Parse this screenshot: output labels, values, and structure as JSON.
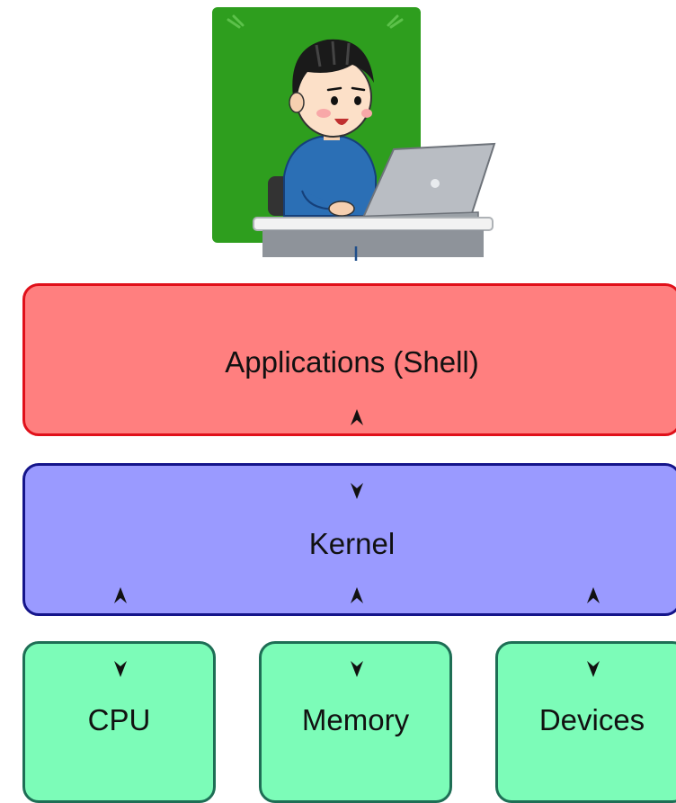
{
  "diagram": {
    "user": {
      "icon": "person-at-laptop-icon"
    },
    "layers": {
      "applications": {
        "label": "Applications (Shell)",
        "fill": "#FF7F7F",
        "border": "#E0101A"
      },
      "kernel": {
        "label": "Kernel",
        "fill": "#9A9AFF",
        "border": "#14148A"
      },
      "hardware": {
        "fill": "#7CFCB8",
        "border": "#1E6E55",
        "items": [
          {
            "label": "CPU"
          },
          {
            "label": "Memory"
          },
          {
            "label": "Devices"
          }
        ]
      }
    },
    "arrow_color": "#1F4E8A"
  }
}
